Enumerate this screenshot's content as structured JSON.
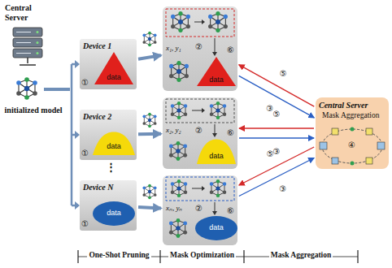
{
  "diagram": {
    "nodes": [
      {
        "text": [
          "Device 1"
        ]
      },
      {
        "text": [
          "data"
        ],
        "in": 0
      },
      {
        "text": [
          "Device 2"
        ]
      },
      {
        "text": [
          "data"
        ],
        "in": 2
      },
      {
        "text": [
          "Device N"
        ]
      },
      {
        "text": [
          "data"
        ],
        "in": 4
      },
      {
        "text": [
          "x₁, y₁"
        ]
      },
      {
        "text": [
          "data"
        ],
        "in": 6
      },
      {
        "text": [
          "x₂, y₂"
        ]
      },
      {
        "text": [
          "data"
        ],
        "in": 8
      },
      {
        "text": [
          "xₙ, yₙ"
        ]
      },
      {
        "text": [
          "data"
        ],
        "in": 10
      },
      {
        "text": [
          "Central Server",
          "Mask Aggregation"
        ]
      }
    ],
    "edges": [
      {
        "from": 0,
        "to": 6,
        "arrow": "to"
      },
      {
        "from": 2,
        "to": 8,
        "arrow": "to"
      },
      {
        "from": 4,
        "to": 10,
        "arrow": "to"
      },
      {
        "from": 6,
        "to": 12,
        "arrow": "to"
      },
      {
        "from": 12,
        "to": 6,
        "arrow": "to"
      },
      {
        "from": 8,
        "to": 12,
        "arrow": "to"
      },
      {
        "from": 12,
        "to": 8,
        "arrow": "to"
      },
      {
        "from": 10,
        "to": 12,
        "arrow": "to"
      },
      {
        "from": 12,
        "to": 10,
        "arrow": "to"
      }
    ],
    "labels": [
      "Central Server",
      "initialized model",
      "①",
      "①",
      "①",
      "⋮",
      "②",
      "⑥",
      "②",
      "⑥",
      "②",
      "⑥",
      "⑤",
      "③",
      "⑤",
      "③",
      "⑤",
      "③",
      "④",
      "One-Shot Pruning",
      "Mask Optimization",
      "Mask Aggregation"
    ]
  }
}
